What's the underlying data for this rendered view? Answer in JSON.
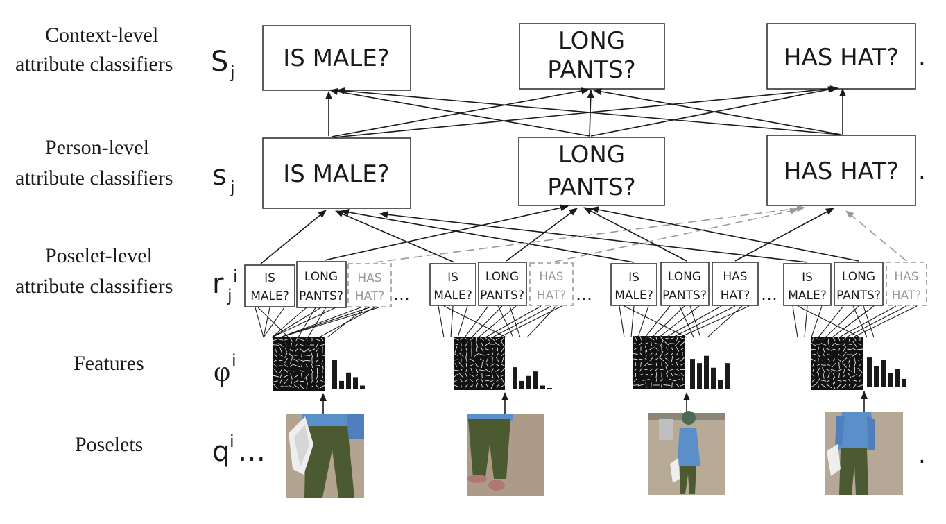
{
  "rows": {
    "context": {
      "line1": "Context-level",
      "line2": "attribute classifiers",
      "symbol": "S",
      "sub": "j"
    },
    "person": {
      "line1": "Person-level",
      "line2": "attribute classifiers",
      "symbol": "s",
      "sub": "j"
    },
    "poselet": {
      "line1": "Poselet-level",
      "line2": "attribute classifiers",
      "symbol": "r",
      "sub": "j",
      "sup": "i"
    },
    "features": {
      "label": "Features",
      "symbol": "φ",
      "sup": "i"
    },
    "poselets": {
      "label": "Poselets",
      "symbol": "q",
      "sup": "i",
      "ellipsis": "…"
    }
  },
  "attributes": {
    "male": "IS MALE?",
    "pants_1": "LONG",
    "pants_2": "PANTS?",
    "hat": "HAS HAT?"
  },
  "small_labels": {
    "male_1": "IS",
    "male_2": "MALE?",
    "pants_1": "LONG",
    "pants_2": "PANTS?",
    "hat_1": "HAS",
    "hat_2": "HAT?"
  },
  "ellipsis": "…",
  "dot": ".",
  "histograms": [
    [
      0.78,
      0.22,
      0.44,
      0.32,
      0.1
    ],
    [
      0.58,
      0.22,
      0.35,
      0.47,
      0.1,
      0.02
    ],
    [
      0.78,
      0.67,
      0.86,
      0.55,
      0.22,
      0.67
    ],
    [
      0.78,
      0.55,
      0.72,
      0.38,
      0.49,
      0.22
    ]
  ],
  "hat_visible": [
    false,
    false,
    true,
    false
  ],
  "colors": {
    "stroke": "#1a1a1a",
    "dashed": "#9a9a9a",
    "shirt": "#5b8fca",
    "pants": "#4c5a32",
    "ground": "#b3a391"
  }
}
